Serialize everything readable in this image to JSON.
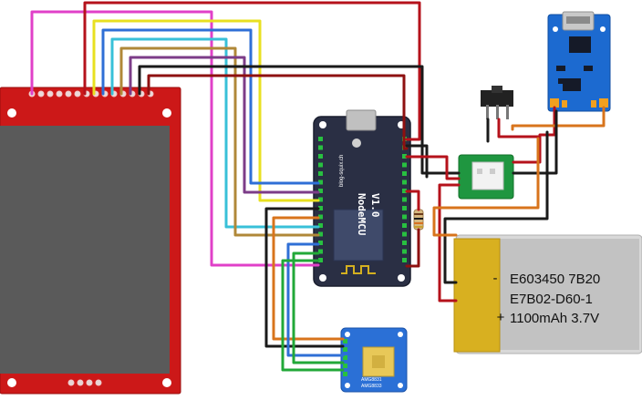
{
  "nodemcu": {
    "brand": "blog-squix.ch",
    "name": "NodeMCU",
    "version": "V1.0"
  },
  "battery": {
    "line1": "E603450 7B20",
    "line2": "E7B02-D60-1",
    "line3": "1100mAh 3.7V",
    "minus": "-",
    "plus": "+"
  },
  "sensor": {
    "label1": "AMG8831",
    "label2": "AMG8833"
  },
  "colors": {
    "red": "#b5121b",
    "black": "#1a1a1a",
    "magenta": "#e040c8",
    "yellow": "#e8e020",
    "blue": "#2f6fd6",
    "cyan": "#38c0d8",
    "tan": "#b08838",
    "purple": "#7c3c88",
    "brown": "#7a5a1c",
    "orange": "#d8741c",
    "green": "#22a838",
    "darkred": "#8e1010"
  }
}
